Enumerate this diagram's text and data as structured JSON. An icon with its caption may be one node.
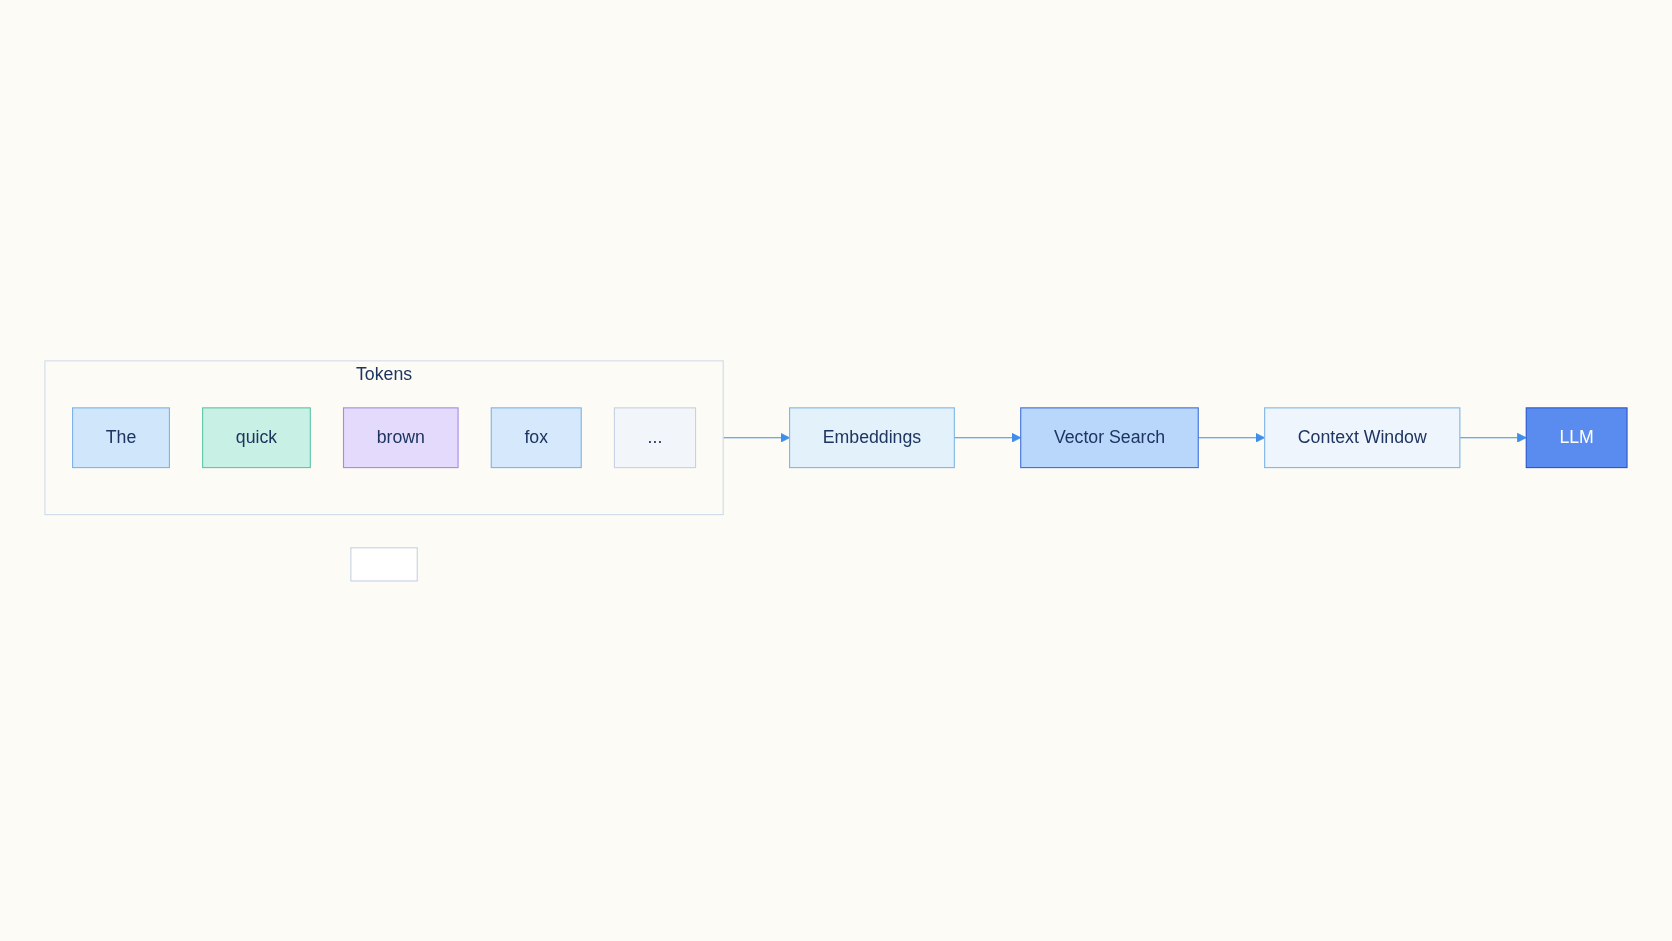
{
  "diagram": {
    "nodes": [
      {
        "text": [
          "Tokens"
        ]
      },
      {
        "text": [
          "The"
        ],
        "in": 0
      },
      {
        "text": [
          "quick"
        ],
        "in": 0
      },
      {
        "text": [
          "brown"
        ],
        "in": 0
      },
      {
        "text": [
          "fox"
        ],
        "in": 0
      },
      {
        "text": [
          "..."
        ],
        "in": 0
      },
      {
        "text": [
          "Embeddings"
        ]
      },
      {
        "text": [
          "Vector Search"
        ]
      },
      {
        "text": [
          "Context Window"
        ]
      },
      {
        "text": [
          "LLM"
        ]
      },
      {
        "text": [],
        "shape": "box"
      }
    ],
    "edges": [
      {
        "from": 0,
        "to": 6,
        "arrow": "to"
      },
      {
        "from": 6,
        "to": 7,
        "arrow": "to"
      },
      {
        "from": 7,
        "to": 8,
        "arrow": "to"
      },
      {
        "from": 8,
        "to": 9,
        "arrow": "to"
      }
    ]
  }
}
